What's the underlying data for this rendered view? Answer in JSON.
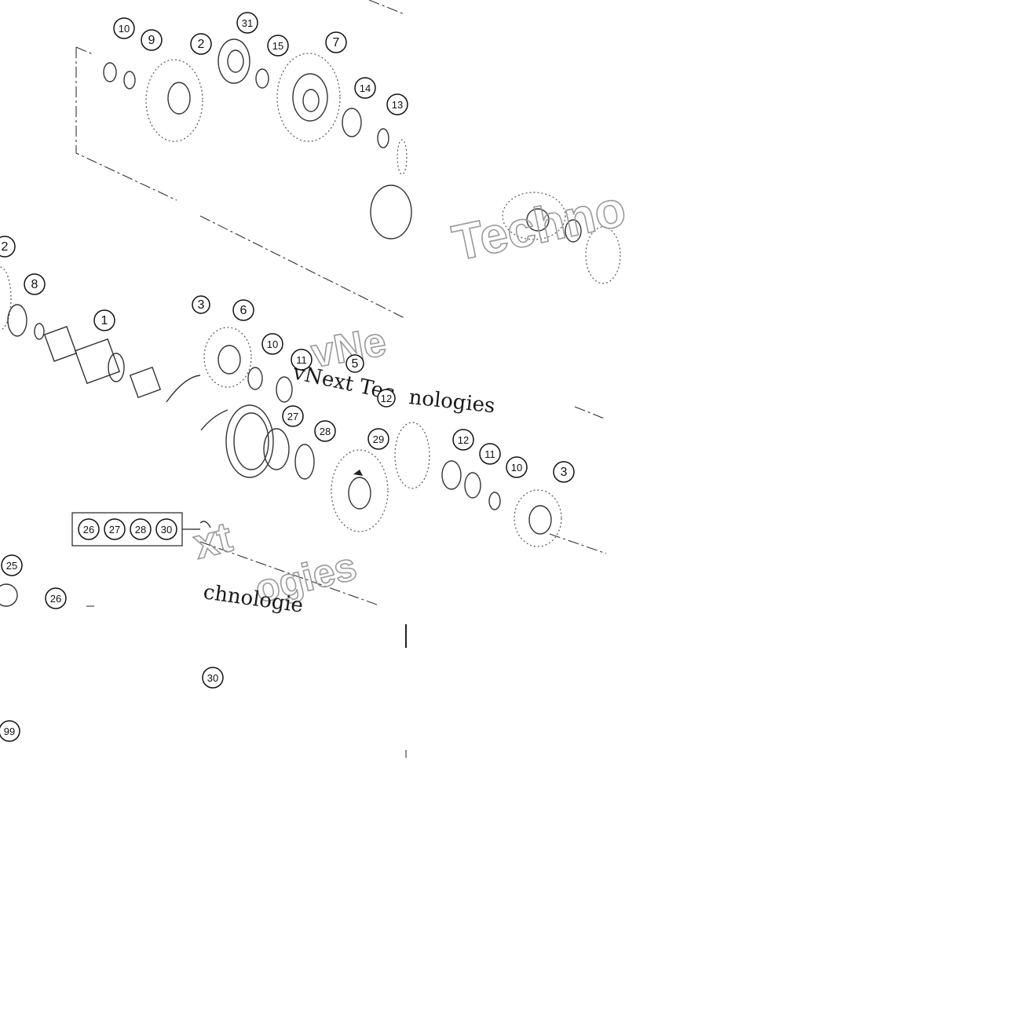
{
  "watermark": {
    "text_a": "Techno",
    "text_b": "vNext Tec",
    "text_c": "nologies",
    "text_d": "xt",
    "text_e": "ogies",
    "text_f": "chnologie",
    "text_g": "vNe"
  },
  "kit_box": {
    "items": [
      "26",
      "27",
      "28",
      "30"
    ]
  },
  "callouts": [
    {
      "key": "10a",
      "label": "10"
    },
    {
      "key": "9",
      "label": "9"
    },
    {
      "key": "2a",
      "label": "2"
    },
    {
      "key": "31",
      "label": "31"
    },
    {
      "key": "15",
      "label": "15"
    },
    {
      "key": "7",
      "label": "7"
    },
    {
      "key": "14",
      "label": "14"
    },
    {
      "key": "13",
      "label": "13"
    },
    {
      "key": "2b",
      "label": "2"
    },
    {
      "key": "8",
      "label": "8"
    },
    {
      "key": "1",
      "label": "1"
    },
    {
      "key": "3a",
      "label": "3"
    },
    {
      "key": "6",
      "label": "6"
    },
    {
      "key": "10b",
      "label": "10"
    },
    {
      "key": "11a",
      "label": "11"
    },
    {
      "key": "5",
      "label": "5"
    },
    {
      "key": "12a",
      "label": "12"
    },
    {
      "key": "27",
      "label": "27"
    },
    {
      "key": "28",
      "label": "28"
    },
    {
      "key": "29",
      "label": "29"
    },
    {
      "key": "12b",
      "label": "12"
    },
    {
      "key": "11b",
      "label": "11"
    },
    {
      "key": "10c",
      "label": "10"
    },
    {
      "key": "3b",
      "label": "3"
    },
    {
      "key": "25",
      "label": "25"
    },
    {
      "key": "26",
      "label": "26"
    },
    {
      "key": "30",
      "label": "30"
    },
    {
      "key": "99",
      "label": "99"
    }
  ]
}
